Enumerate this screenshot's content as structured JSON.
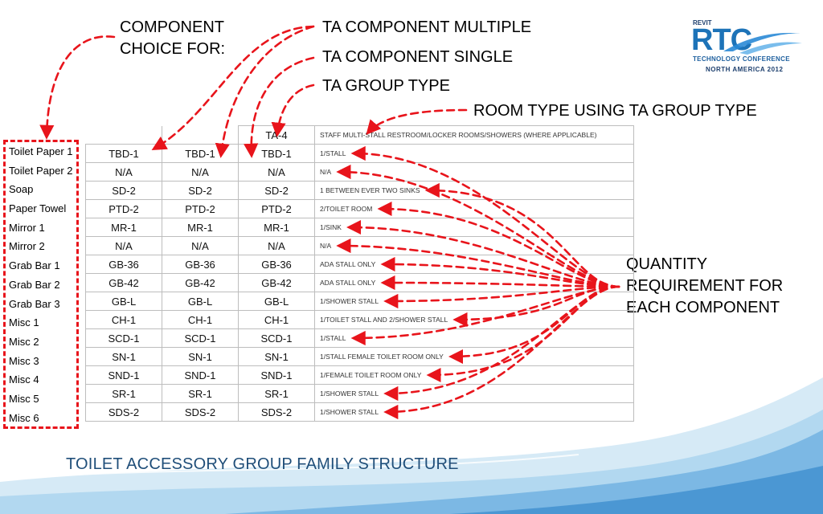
{
  "callouts": {
    "component_choice": "COMPONENT\nCHOICE FOR:",
    "ta_component_multiple": "TA COMPONENT MULTIPLE",
    "ta_component_single": "TA COMPONENT SINGLE",
    "ta_group_type": "TA GROUP TYPE",
    "room_type": "ROOM TYPE USING TA GROUP TYPE",
    "quantity": "QUANTITY\nREQUIREMENT FOR\nEACH COMPONENT"
  },
  "slide_title": "TOILET ACCESSORY GROUP FAMILY STRUCTURE",
  "logo": {
    "revit": "REVIT",
    "rtc": "RTC",
    "conference": "TECHNOLOGY CONFERENCE",
    "region": "NORTH AMERICA 2012"
  },
  "labels": [
    "Toilet Paper 1",
    "Toilet Paper 2",
    "Soap",
    "Paper Towel",
    "Mirror 1",
    "Mirror 2",
    "Grab Bar 1",
    "Grab Bar 2",
    "Grab Bar 3",
    "Misc 1",
    "Misc 2",
    "Misc 3",
    "Misc 4",
    "Misc 5",
    "Misc 6"
  ],
  "table": {
    "header": {
      "group": "TA-4",
      "room_type": "STAFF MULTI-STALL RESTROOM/LOCKER ROOMS/SHOWERS (WHERE APPLICABLE)"
    },
    "rows": [
      {
        "multiple": "TBD-1",
        "single": "TBD-1",
        "group": "TBD-1",
        "qty": "1/STALL"
      },
      {
        "multiple": "N/A",
        "single": "N/A",
        "group": "N/A",
        "qty": "N/A"
      },
      {
        "multiple": "SD-2",
        "single": "SD-2",
        "group": "SD-2",
        "qty": "1 BETWEEN EVER TWO SINKS"
      },
      {
        "multiple": "PTD-2",
        "single": "PTD-2",
        "group": "PTD-2",
        "qty": "2/TOILET ROOM"
      },
      {
        "multiple": "MR-1",
        "single": "MR-1",
        "group": "MR-1",
        "qty": "1/SINK"
      },
      {
        "multiple": "N/A",
        "single": "N/A",
        "group": "N/A",
        "qty": "N/A"
      },
      {
        "multiple": "GB-36",
        "single": "GB-36",
        "group": "GB-36",
        "qty": "ADA STALL ONLY"
      },
      {
        "multiple": "GB-42",
        "single": "GB-42",
        "group": "GB-42",
        "qty": "ADA STALL ONLY"
      },
      {
        "multiple": "GB-L",
        "single": "GB-L",
        "group": "GB-L",
        "qty": "1/SHOWER STALL"
      },
      {
        "multiple": "CH-1",
        "single": "CH-1",
        "group": "CH-1",
        "qty": "1/TOILET STALL AND 2/SHOWER STALL"
      },
      {
        "multiple": "SCD-1",
        "single": "SCD-1",
        "group": "SCD-1",
        "qty": "1/STALL"
      },
      {
        "multiple": "SN-1",
        "single": "SN-1",
        "group": "SN-1",
        "qty": "1/STALL FEMALE TOILET ROOM ONLY"
      },
      {
        "multiple": "SND-1",
        "single": "SND-1",
        "group": "SND-1",
        "qty": "1/FEMALE TOILET ROOM ONLY"
      },
      {
        "multiple": "SR-1",
        "single": "SR-1",
        "group": "SR-1",
        "qty": "1/SHOWER STALL"
      },
      {
        "multiple": "SDS-2",
        "single": "SDS-2",
        "group": "SDS-2",
        "qty": "1/SHOWER STALL"
      }
    ]
  },
  "colors": {
    "arrow": "#e8141b",
    "title": "#1f4e79",
    "wave_light": "#cfe6f5",
    "wave_mid": "#8fc3e6",
    "wave_dark": "#3f8fce"
  }
}
